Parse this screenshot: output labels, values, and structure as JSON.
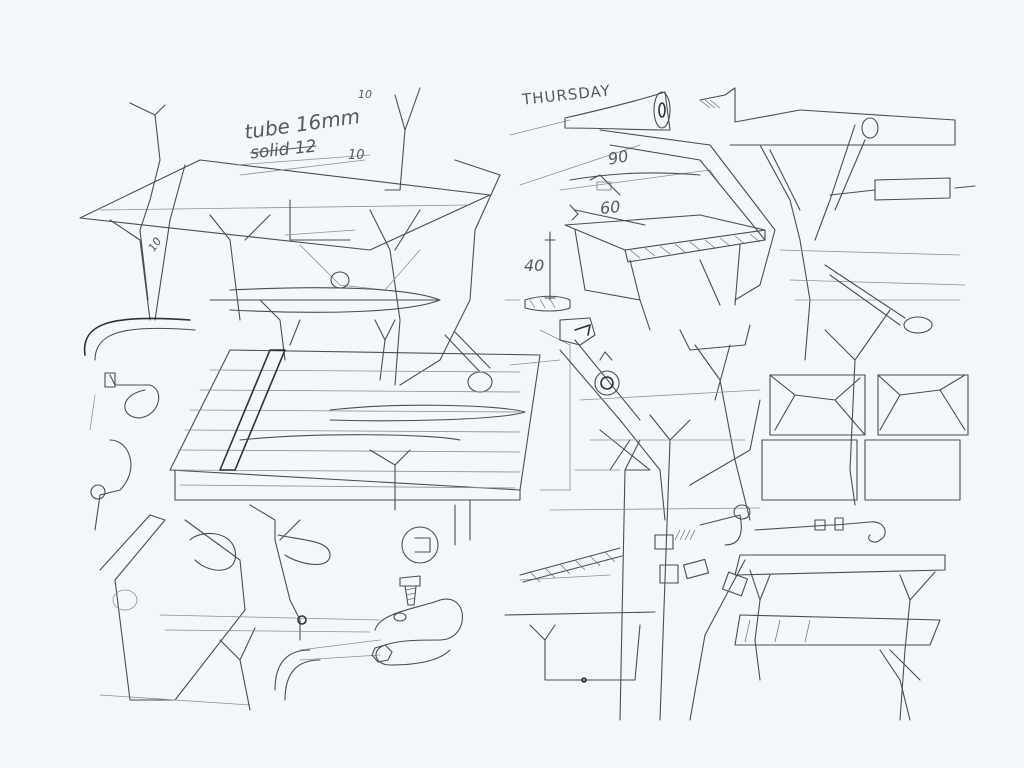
{
  "sheet": {
    "background_color": "#f3f6fa",
    "ink_color": "#4a4d52"
  },
  "annotations": {
    "tube_label": "tube 16mm",
    "tube_superscript": "10",
    "solid_label": "solid 12",
    "solid_suffix": "10",
    "day_label": "THURSDAY",
    "dim_width": "90",
    "dim_depth": "60",
    "dim_height": "40",
    "leg_dim": "10"
  }
}
